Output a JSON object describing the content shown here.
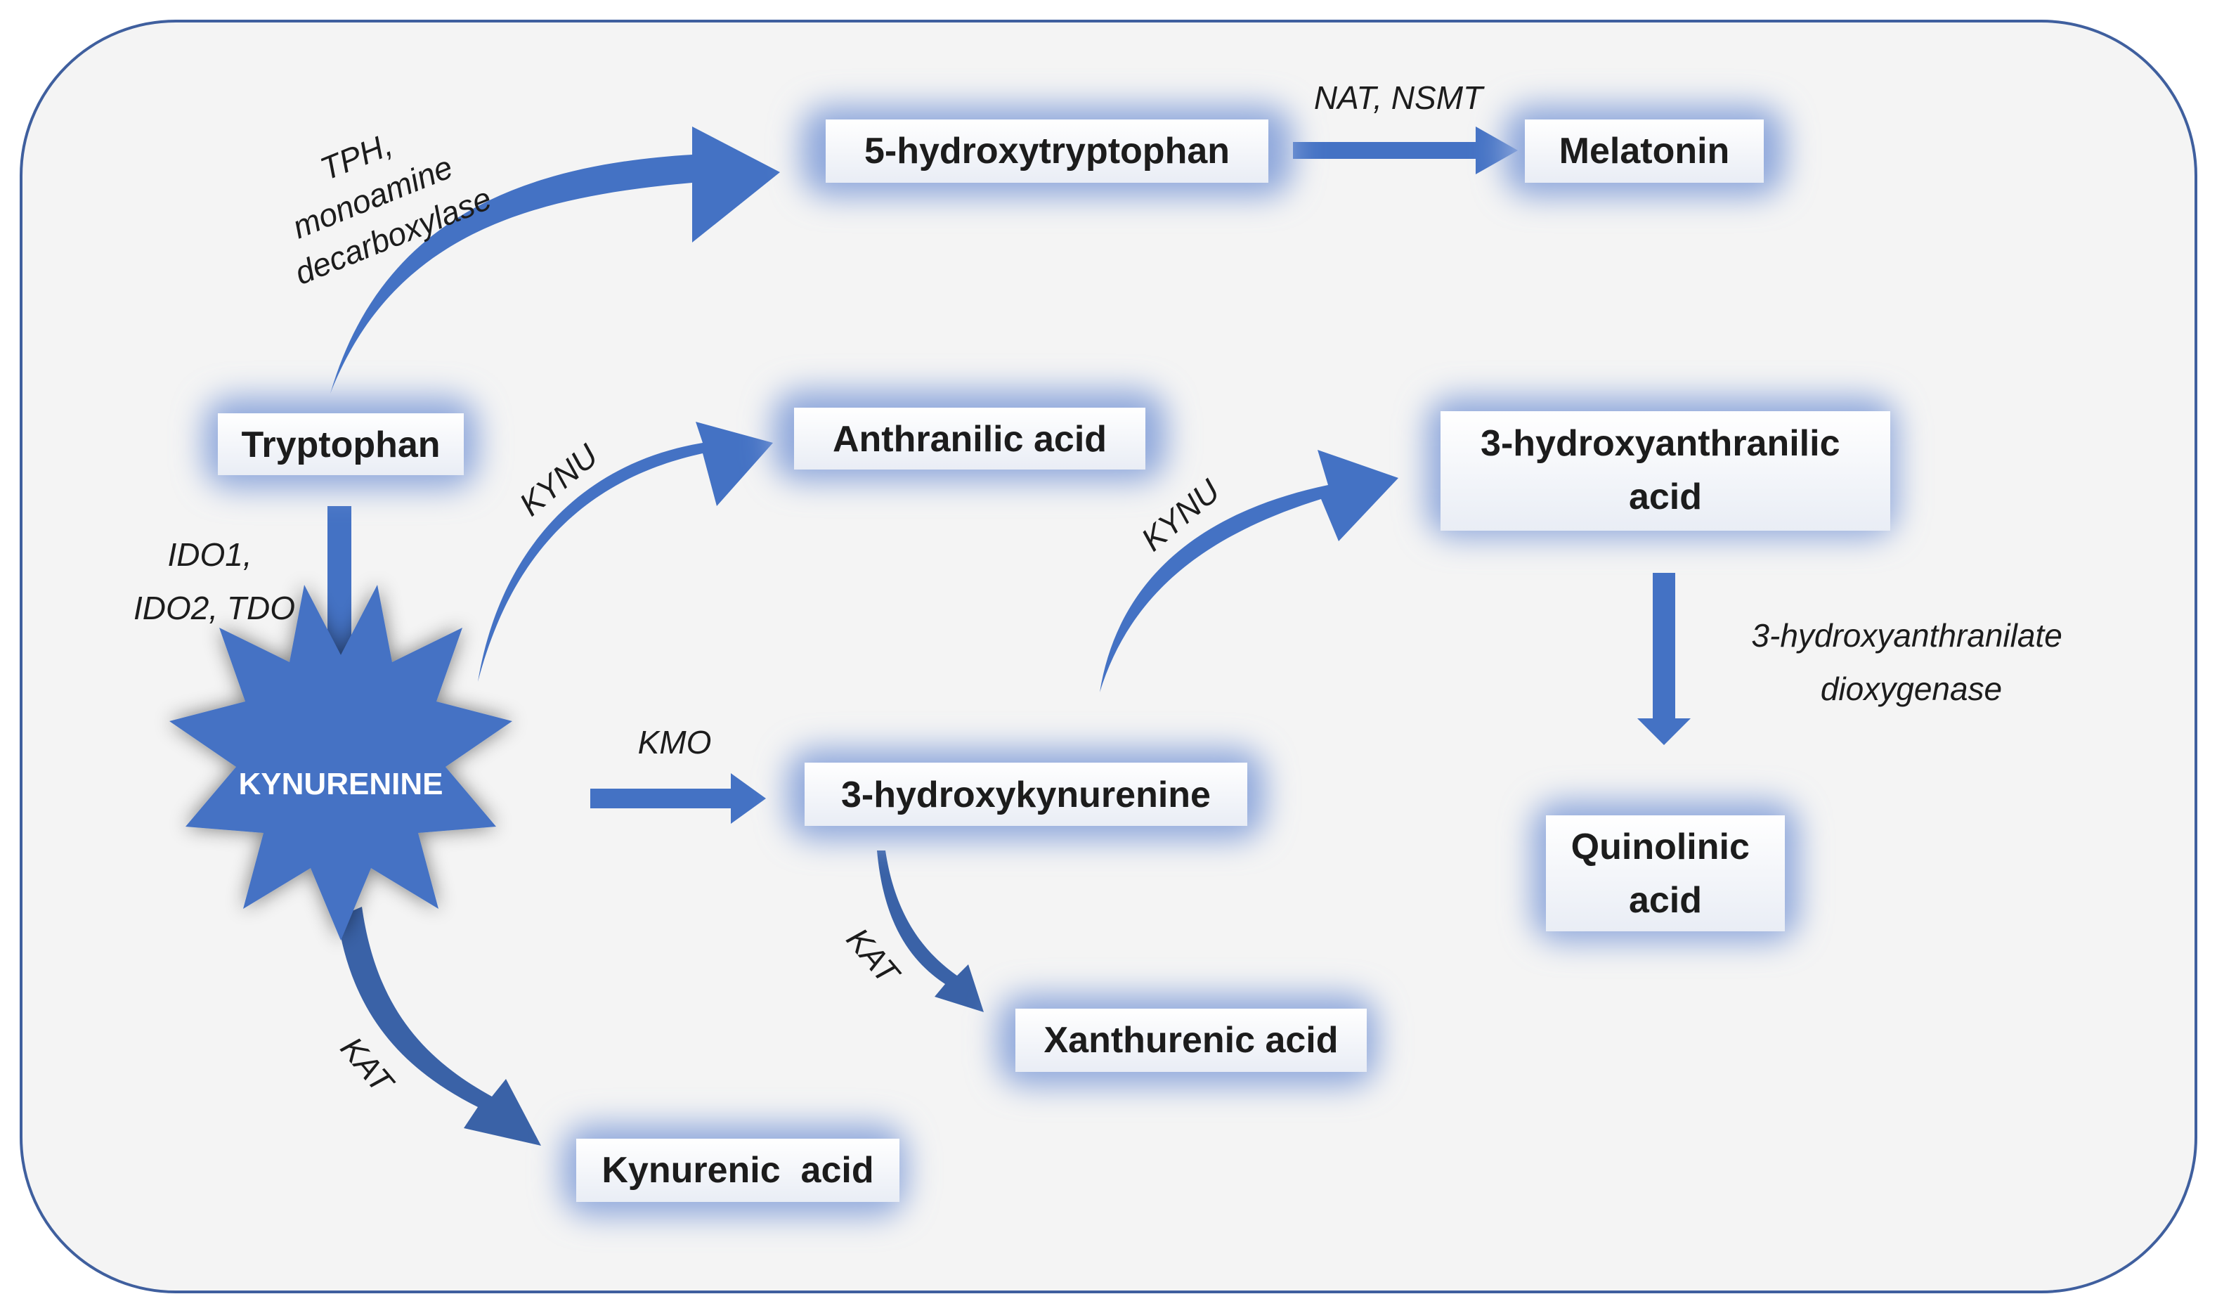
{
  "colors": {
    "arrow": "#4472c4",
    "arrow_dark": "#3a62a7",
    "glow": "#8fa8dc",
    "background": "#f4f4f4",
    "border": "#3f5f9e",
    "star": "#4472c4"
  },
  "nodes": {
    "tryptophan": "Tryptophan",
    "hydroxytryptophan": "5-hydroxytryptophan",
    "melatonin": "Melatonin",
    "anthranilic_acid": "Anthranilic acid",
    "hydroxyanthranilic_acid": [
      "3-hydroxyanthranilic",
      "acid"
    ],
    "kynurenine": "KYNURENINE",
    "hydroxykynurenine": "3-hydroxykynurenine",
    "quinolinic_acid": [
      "Quinolinic",
      "acid"
    ],
    "xanthurenic_acid": "Xanthurenic acid",
    "kynurenic_acid": "Kynurenic  acid"
  },
  "enzymes": {
    "tph": [
      "TPH,",
      "monoamine",
      "decarboxylase"
    ],
    "nat_nsmt": "NAT, NSMT",
    "ido_tdo": [
      "IDO1,",
      "IDO2, TDO"
    ],
    "kynu_anthranilic": "KYNU",
    "kynu_hydroxyanthranilic": "KYNU",
    "kmo": "KMO",
    "dioxygenase": [
      "3-hydroxyanthranilate",
      "dioxygenase"
    ],
    "kat_xanthurenic": "KAT",
    "kat_kynurenic": "KAT"
  }
}
